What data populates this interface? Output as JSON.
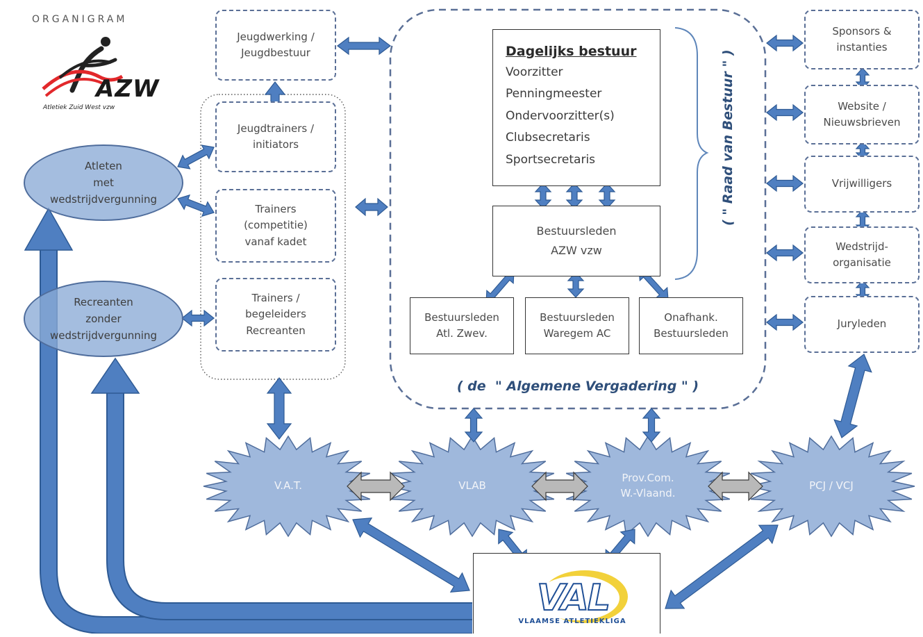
{
  "header": {
    "title": "ORGANIGRAM"
  },
  "club_logo": {
    "name": "AZW",
    "subtitle": "Atletiek Zuid West vzw"
  },
  "left_ellipses": [
    {
      "lines": [
        "Atleten",
        "met",
        "wedstrijdvergunning"
      ]
    },
    {
      "lines": [
        "Recreanten",
        "zonder",
        "wedstrijdvergunning"
      ]
    }
  ],
  "youth_column": [
    {
      "lines": [
        "Jeugdwerking /",
        "Jeugdbestuur"
      ]
    },
    {
      "lines": [
        "Jeugdtrainers /",
        "initiators"
      ]
    },
    {
      "lines": [
        "Trainers",
        "(competitie)",
        "vanaf kadet"
      ]
    },
    {
      "lines": [
        "Trainers /",
        "begeleiders",
        "Recreanten"
      ]
    }
  ],
  "daily_board": {
    "title": "Dagelijks bestuur",
    "members": [
      "Voorzitter",
      "Penningmeester",
      "Ondervoorzitter(s)",
      "Clubsecretaris",
      "Sportsecretaris"
    ]
  },
  "board_members": {
    "lines": [
      "Bestuursleden",
      "AZW vzw"
    ]
  },
  "sub_boards": [
    {
      "lines": [
        "Bestuursleden",
        "Atl. Zwev."
      ]
    },
    {
      "lines": [
        "Bestuursleden",
        "Waregem AC"
      ]
    },
    {
      "lines": [
        "Onafhank.",
        "Bestuursleden"
      ]
    }
  ],
  "raad_label": "( \" Raad van Bestuur \" )",
  "general_assembly_label": "( de  \" Algemene Vergadering \" )",
  "right_column": [
    {
      "lines": [
        "Sponsors &",
        "instanties"
      ]
    },
    {
      "lines": [
        "Website /",
        "Nieuwsbrieven"
      ]
    },
    {
      "lines": [
        "Vrijwilligers"
      ]
    },
    {
      "lines": [
        "Wedstrijd-",
        "organisatie"
      ]
    },
    {
      "lines": [
        "Juryleden"
      ]
    }
  ],
  "federations": [
    {
      "lines": [
        "V.A.T."
      ]
    },
    {
      "lines": [
        "VLAB"
      ]
    },
    {
      "lines": [
        "Prov.Com.",
        "W.-Vlaand."
      ]
    },
    {
      "lines": [
        "PCJ / VCJ"
      ]
    }
  ],
  "league_logo": {
    "name": "VAL",
    "subtitle": "VLAAMSE ATLETIEKLIGA"
  },
  "colors": {
    "arrow_fill": "#4f7fc1",
    "arrow_stroke": "#2e5a94",
    "gray_arrow_fill": "#b9b9b9",
    "gray_arrow_stroke": "#3a3a3a",
    "star_fill": "#9fb8dc",
    "dashed_border": "#5a6f96"
  }
}
